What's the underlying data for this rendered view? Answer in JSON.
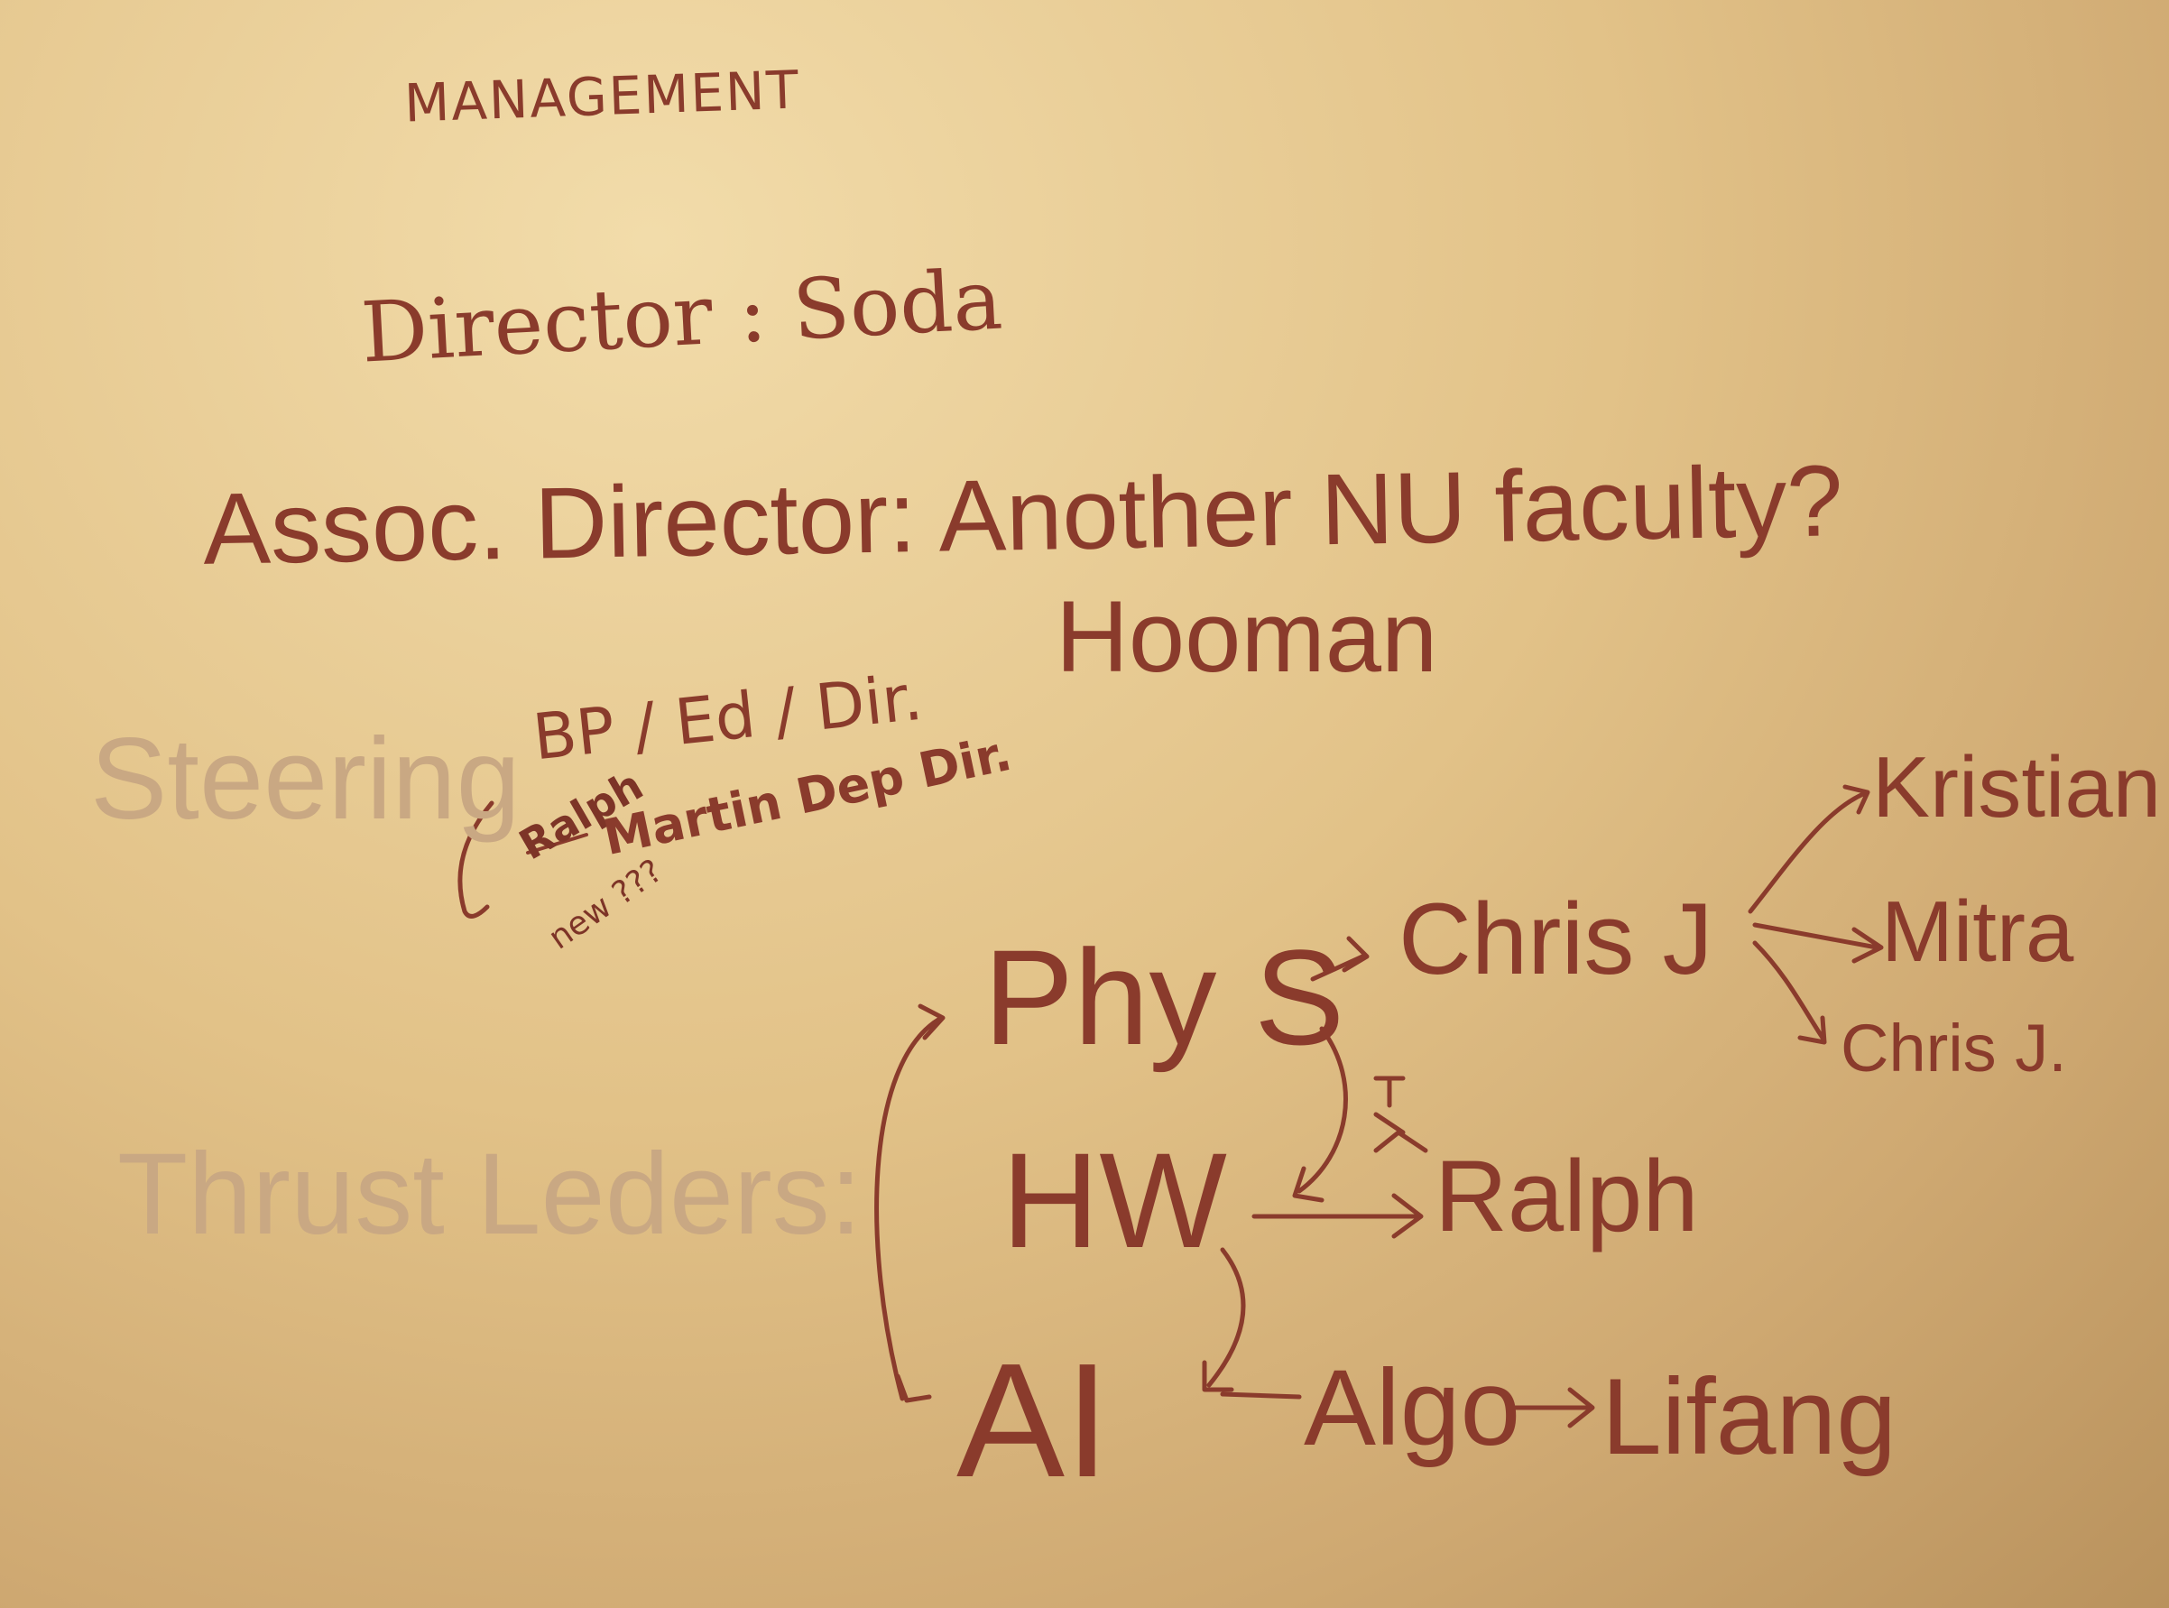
{
  "whiteboard": {
    "heading": "MANAGEMENT",
    "director": "Director : Soda",
    "assoc_director": "Assoc. Director: Another NU faculty?",
    "assoc_director_name": "Hooman",
    "steering": {
      "label": "Steering",
      "line1": "BP / Ed / Dir.",
      "ralph": "Ralph",
      "martin": "Martin Dep Dir.",
      "new": "new ???"
    },
    "thrust_leaders_label": "Thrust Leders:",
    "thrusts": [
      "Phy S",
      "HW",
      "AI"
    ],
    "people": {
      "phys_lead": "Chris J",
      "hw_lead": "Ralph",
      "algo": "Algo",
      "algo_lead": "Lifang"
    },
    "chris_j_group": [
      "Kristian",
      "Mitra",
      "Chris J."
    ],
    "ink_color": "#8a3b2c",
    "board_color": "#e2c288"
  }
}
